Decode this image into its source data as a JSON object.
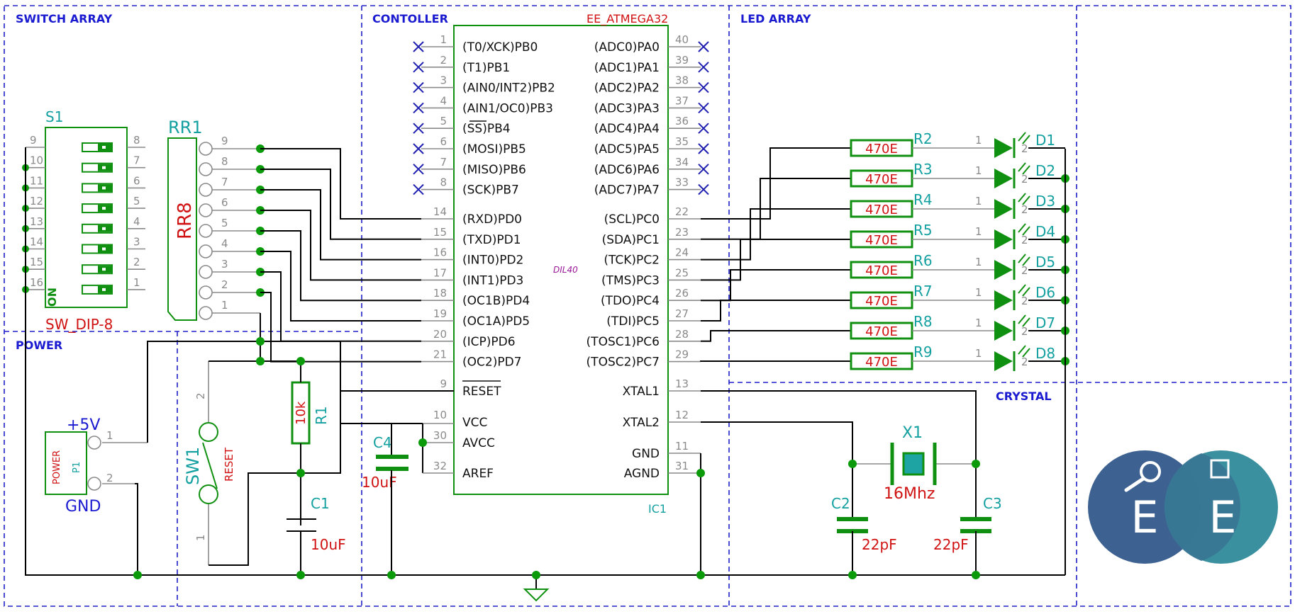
{
  "sections": {
    "switch_array": "SWITCH ARRAY",
    "controller": "CONTOLLER",
    "led_array": "LED ARRAY",
    "power": "POWER",
    "crystal": "CRYSTAL"
  },
  "ic": {
    "value": "EE_ATMEGA32",
    "ref": "IC1",
    "package": "DIL40",
    "left_top": [
      {
        "num": "1",
        "name": "(T0/XCK)PB0"
      },
      {
        "num": "2",
        "name": "(T1)PB1"
      },
      {
        "num": "3",
        "name": "(AIN0/INT2)PB2"
      },
      {
        "num": "4",
        "name": "(AIN1/OC0)PB3"
      },
      {
        "num": "5",
        "name": "(SS)PB4"
      },
      {
        "num": "6",
        "name": "(MOSI)PB5"
      },
      {
        "num": "7",
        "name": "(MISO)PB6"
      },
      {
        "num": "8",
        "name": "(SCK)PB7"
      }
    ],
    "left_mid": [
      {
        "num": "14",
        "name": "(RXD)PD0"
      },
      {
        "num": "15",
        "name": "(TXD)PD1"
      },
      {
        "num": "16",
        "name": "(INT0)PD2"
      },
      {
        "num": "17",
        "name": "(INT1)PD3"
      },
      {
        "num": "18",
        "name": "(OC1B)PD4"
      },
      {
        "num": "19",
        "name": "(OC1A)PD5"
      },
      {
        "num": "20",
        "name": "(ICP)PD6"
      },
      {
        "num": "21",
        "name": "(OC2)PD7"
      }
    ],
    "left_bot": [
      {
        "num": "9",
        "name": "RESET"
      },
      {
        "num": "10",
        "name": "VCC"
      },
      {
        "num": "30",
        "name": "AVCC"
      },
      {
        "num": "32",
        "name": "AREF"
      }
    ],
    "right_top": [
      {
        "num": "40",
        "name": "(ADC0)PA0"
      },
      {
        "num": "39",
        "name": "(ADC1)PA1"
      },
      {
        "num": "38",
        "name": "(ADC2)PA2"
      },
      {
        "num": "37",
        "name": "(ADC3)PA3"
      },
      {
        "num": "36",
        "name": "(ADC4)PA4"
      },
      {
        "num": "35",
        "name": "(ADC5)PA5"
      },
      {
        "num": "34",
        "name": "(ADC6)PA6"
      },
      {
        "num": "33",
        "name": "(ADC7)PA7"
      }
    ],
    "right_mid": [
      {
        "num": "22",
        "name": "(SCL)PC0"
      },
      {
        "num": "23",
        "name": "(SDA)PC1"
      },
      {
        "num": "24",
        "name": "(TCK)PC2"
      },
      {
        "num": "25",
        "name": "(TMS)PC3"
      },
      {
        "num": "26",
        "name": "(TDO)PC4"
      },
      {
        "num": "27",
        "name": "(TDI)PC5"
      },
      {
        "num": "28",
        "name": "(TOSC1)PC6"
      },
      {
        "num": "29",
        "name": "(TOSC2)PC7"
      }
    ],
    "right_bot": [
      {
        "num": "13",
        "name": "XTAL1"
      },
      {
        "num": "12",
        "name": "XTAL2"
      },
      {
        "num": "11",
        "name": "GND"
      },
      {
        "num": "31",
        "name": "AGND"
      }
    ]
  },
  "switch": {
    "ref": "S1",
    "value": "SW_DIP-8",
    "on_label": "ON",
    "left_pins": [
      "9",
      "10",
      "11",
      "12",
      "13",
      "14",
      "15",
      "16"
    ],
    "right_pins": [
      "8",
      "7",
      "6",
      "5",
      "4",
      "3",
      "2",
      "1"
    ]
  },
  "rr": {
    "ref": "RR1",
    "value": "RR8",
    "pins": [
      "9",
      "8",
      "7",
      "6",
      "5",
      "4",
      "3",
      "2",
      "1"
    ]
  },
  "leds": {
    "resistors": [
      {
        "ref": "R2",
        "value": "470E",
        "led": "D1"
      },
      {
        "ref": "R3",
        "value": "470E",
        "led": "D2"
      },
      {
        "ref": "R4",
        "value": "470E",
        "led": "D3"
      },
      {
        "ref": "R5",
        "value": "470E",
        "led": "D4"
      },
      {
        "ref": "R6",
        "value": "470E",
        "led": "D5"
      },
      {
        "ref": "R7",
        "value": "470E",
        "led": "D6"
      },
      {
        "ref": "R8",
        "value": "470E",
        "led": "D7"
      },
      {
        "ref": "R9",
        "value": "470E",
        "led": "D8"
      }
    ],
    "pin1": "1",
    "pin2": "2"
  },
  "power": {
    "conn_ref": "P1",
    "conn_value": "POWER",
    "vcc": "+5V",
    "gnd": "GND",
    "pin1": "1",
    "pin2": "2"
  },
  "reset": {
    "sw_ref": "SW1",
    "sw_value": "RESET",
    "pin2": "2",
    "pin1": "1",
    "r_ref": "R1",
    "r_value": "10k",
    "c_ref": "C1",
    "c_value": "10uF"
  },
  "decoupling": {
    "ref": "C4",
    "value": "10uF"
  },
  "crystal": {
    "x_ref": "X1",
    "x_value": "16Mhz",
    "c2_ref": "C2",
    "c2_value": "22pF",
    "c3_ref": "C3",
    "c3_value": "22pF"
  },
  "logo": {
    "letters": [
      "E",
      "E"
    ],
    "colors": {
      "left": "#3d6191",
      "right": "#2f8a9a"
    }
  }
}
